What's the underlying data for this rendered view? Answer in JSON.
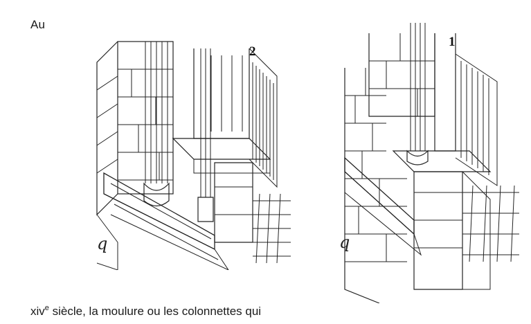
{
  "page": {
    "top_text": "Au",
    "bottom_text_prefix": "xiv",
    "bottom_text_sup": "e",
    "bottom_text_rest": " siècle, la moulure ou les colonnettes qui"
  },
  "figures": {
    "left": {
      "number": "2",
      "signature": "q"
    },
    "right": {
      "number": "1",
      "signature": "q"
    }
  },
  "colors": {
    "ink": "#1a1a1a",
    "paper": "#ffffff"
  }
}
